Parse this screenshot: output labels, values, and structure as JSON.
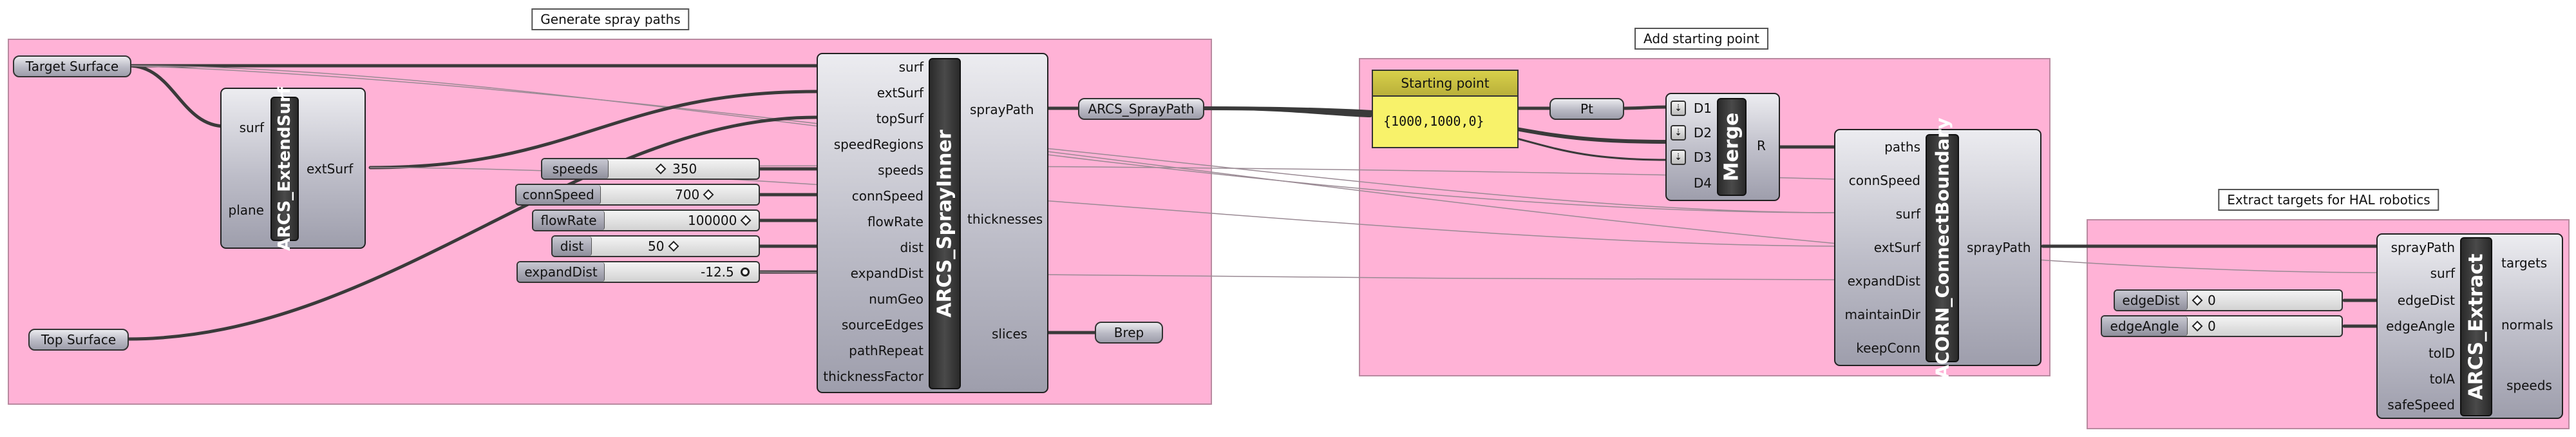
{
  "groups": [
    {
      "id": "g1",
      "label": "Generate spray paths"
    },
    {
      "id": "g2",
      "label": "Add starting point"
    },
    {
      "id": "g3",
      "label": "Extract targets for HAL robotics"
    }
  ],
  "params": {
    "target_surface": "Target Surface",
    "top_surface": "Top Surface",
    "arcs_spraypath": "ARCS_SprayPath",
    "pt": "Pt",
    "brep": "Brep"
  },
  "extendsurf": {
    "title": "ARCS_ExtendSurf",
    "inputs": [
      "surf",
      "plane"
    ],
    "outputs": [
      "extSurf"
    ]
  },
  "sprayinner": {
    "title": "ARCS_SprayInner",
    "inputs": [
      "surf",
      "extSurf",
      "topSurf",
      "speedRegions",
      "speeds",
      "connSpeed",
      "flowRate",
      "dist",
      "expandDist",
      "numGeo",
      "sourceEdges",
      "pathRepeat",
      "thicknessFactor"
    ],
    "outputs": [
      "sprayPath",
      "thicknesses",
      "slices"
    ]
  },
  "sliders": [
    {
      "label": "speeds",
      "value": "350"
    },
    {
      "label": "connSpeed",
      "value": "700"
    },
    {
      "label": "flowRate",
      "value": "100000"
    },
    {
      "label": "dist",
      "value": "50"
    },
    {
      "label": "expandDist",
      "value": "-12.5"
    }
  ],
  "starting_point": {
    "title": "Starting point",
    "text": "{1000,1000,0}"
  },
  "merge": {
    "title": "Merge",
    "inputs": [
      "D1",
      "D2",
      "D3",
      "D4"
    ],
    "outputs": [
      "R"
    ],
    "grip_glyph": "⇣"
  },
  "connect": {
    "title": "ACORN_ConnectBoundary",
    "inputs": [
      "paths",
      "connSpeed",
      "surf",
      "extSurf",
      "expandDist",
      "maintainDir",
      "keepConn"
    ],
    "outputs": [
      "sprayPath"
    ]
  },
  "extract": {
    "title": "ARCS_Extract",
    "inputs": [
      "sprayPath",
      "surf",
      "edgeDist",
      "edgeAngle",
      "tolD",
      "tolA",
      "safeSpeed"
    ],
    "outputs": [
      "targets",
      "normals",
      "speeds"
    ]
  },
  "extract_sliders": [
    {
      "label": "edgeDist",
      "value": "0"
    },
    {
      "label": "edgeAngle",
      "value": "0"
    }
  ],
  "colors": {
    "group_fill": "#ffb2d6",
    "panel_fill": "#f8f26a",
    "wire": "#3a3a3a",
    "component_band": "#2f2f2f"
  }
}
